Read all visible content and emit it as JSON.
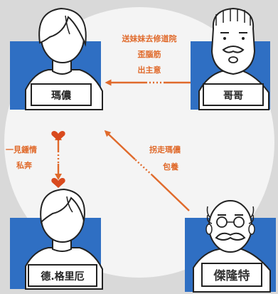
{
  "characters": {
    "mary": "瑪儂",
    "brother": "哥哥",
    "des_grieux": "德.格里厄",
    "jackie": "傑隆特"
  },
  "relations": {
    "brother_to_mary": [
      "送妹妹去修道院",
      "歪腦筋",
      "出主意"
    ],
    "mary_des_grieux": [
      "一見鍾情",
      "私奔"
    ],
    "jackie_to_mary": [
      "拐走瑪儂",
      "包養"
    ]
  },
  "colors": {
    "portrait_blue": "#2f6fc3",
    "arrow_orange": "#e06a2b",
    "heart_red": "#d94a1e",
    "background": "#d9d9d9",
    "canvas_white": "#f4f4f4"
  }
}
